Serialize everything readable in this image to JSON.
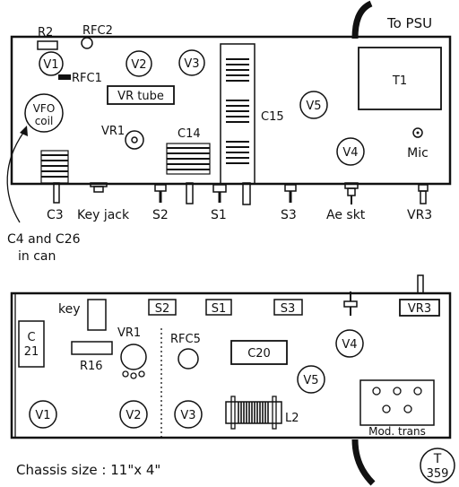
{
  "top_view": {
    "psu_label": "To PSU",
    "r2": "R2",
    "rfc2": "RFC2",
    "v1": "V1",
    "rfc1": "RFC1",
    "v2": "V2",
    "v3": "V3",
    "vr_tube": "VR tube",
    "vfo_coil_line1": "VFO",
    "vfo_coil_line2": "coil",
    "vr1": "VR1",
    "c14": "C14",
    "c15": "C15",
    "v5": "V5",
    "t1": "T1",
    "v4": "V4",
    "mic": "Mic",
    "c3": "C3",
    "key_jack": "Key jack",
    "s2": "S2",
    "s1": "S1",
    "s3": "S3",
    "ae_skt": "Ae skt",
    "vr3": "VR3",
    "can_note_line1": "C4 and C26",
    "can_note_line2": "in can"
  },
  "bottom_view": {
    "key": "key",
    "s2": "S2",
    "s1": "S1",
    "s3": "S3",
    "vr3": "VR3",
    "c21_line1": "C",
    "c21_line2": "21",
    "vr1": "VR1",
    "r16": "R16",
    "rfc5": "RFC5",
    "c20": "C20",
    "v4": "V4",
    "v5": "V5",
    "v1": "V1",
    "v2": "V2",
    "v3": "V3",
    "l2": "L2",
    "mod_trans": "Mod. trans"
  },
  "footer": {
    "chassis_size": "Chassis size : 11\"x 4\"",
    "tag_letter": "T",
    "tag_number": "359"
  }
}
